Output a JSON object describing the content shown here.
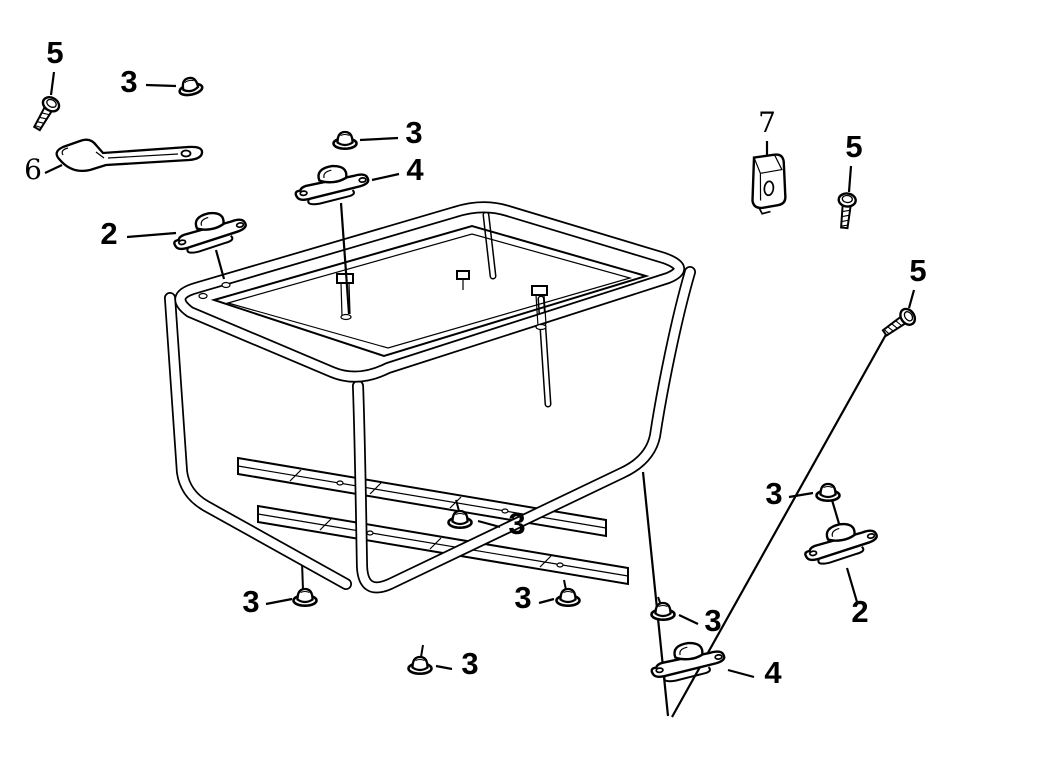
{
  "colors": {
    "background": "#ffffff",
    "line": "#000000"
  },
  "callouts": [
    {
      "label": "5",
      "part": "flange-bolt"
    },
    {
      "label": "3",
      "part": "flange-cap-nut"
    },
    {
      "label": "6",
      "part": "stay-bracket"
    },
    {
      "label": "3",
      "part": "flange-cap-nut"
    },
    {
      "label": "4",
      "part": "rubber-mount"
    },
    {
      "label": "7",
      "part": "clip-latch"
    },
    {
      "label": "5",
      "part": "flange-bolt"
    },
    {
      "label": "2",
      "part": "rubber-mount"
    },
    {
      "label": "5",
      "part": "flange-bolt"
    },
    {
      "label": "3",
      "part": "flange-cap-nut"
    },
    {
      "label": "2",
      "part": "rubber-mount"
    },
    {
      "label": "3",
      "part": "flange-cap-nut"
    },
    {
      "label": "3",
      "part": "flange-cap-nut"
    },
    {
      "label": "3",
      "part": "flange-cap-nut"
    },
    {
      "label": "3",
      "part": "flange-cap-nut"
    },
    {
      "label": "3",
      "part": "flange-cap-nut"
    },
    {
      "label": "4",
      "part": "rubber-mount"
    }
  ]
}
